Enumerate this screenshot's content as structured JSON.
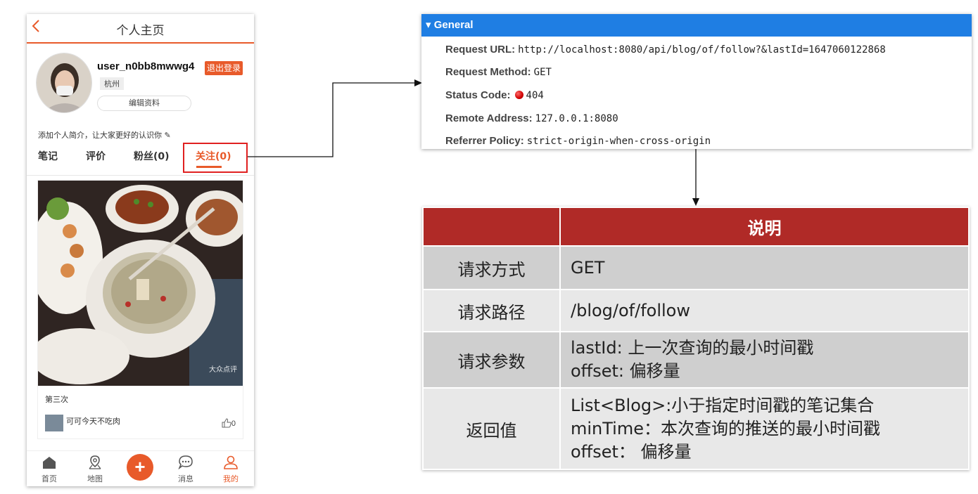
{
  "phone": {
    "title": "个人主页",
    "back_icon": "chevron-left-icon",
    "username": "user_n0bb8mwwg4",
    "logout_label": "退出登录",
    "city": "杭州",
    "edit_label": "编辑资料",
    "intro": "添加个人简介，让大家更好的认识你 ✎",
    "tabs": [
      "笔记",
      "评价",
      "粉丝(0)",
      "关注(0)"
    ],
    "active_tab": "关注(0)",
    "card": {
      "watermark": "大众点评",
      "title": "第三次",
      "author": "可可今天不吃肉",
      "likes": "0"
    },
    "nav": [
      {
        "label": "首页",
        "icon": "home-icon"
      },
      {
        "label": "地图",
        "icon": "map-pin-icon"
      },
      {
        "label": "",
        "icon": "plus-icon"
      },
      {
        "label": "消息",
        "icon": "message-icon"
      },
      {
        "label": "我的",
        "icon": "user-icon"
      }
    ],
    "accent_color": "#e85a2a"
  },
  "devtools": {
    "section": "▾ General",
    "rows": [
      {
        "key": "Request URL:",
        "value": "http://localhost:8080/api/blog/of/follow?&lastId=1647060122868"
      },
      {
        "key": "Request Method:",
        "value": "GET"
      },
      {
        "key": "Status Code:",
        "value": "404"
      },
      {
        "key": "Remote Address:",
        "value": "127.0.0.1:8080"
      },
      {
        "key": "Referrer Policy:",
        "value": "strict-origin-when-cross-origin"
      }
    ],
    "header_color": "#1f7ee3"
  },
  "table": {
    "header": [
      "",
      "说明"
    ],
    "rows": [
      {
        "label": "请求方式",
        "lines": [
          "GET"
        ]
      },
      {
        "label": "请求路径",
        "lines": [
          "/blog/of/follow"
        ]
      },
      {
        "label": "请求参数",
        "lines": [
          "lastId: 上一次查询的最小时间戳",
          "offset: 偏移量"
        ]
      },
      {
        "label": "返回值",
        "lines": [
          "List<Blog>:小于指定时间戳的笔记集合",
          "minTime：本次查询的推送的最小时间戳",
          "offset： 偏移量"
        ]
      }
    ],
    "header_color": "#b02a27"
  }
}
